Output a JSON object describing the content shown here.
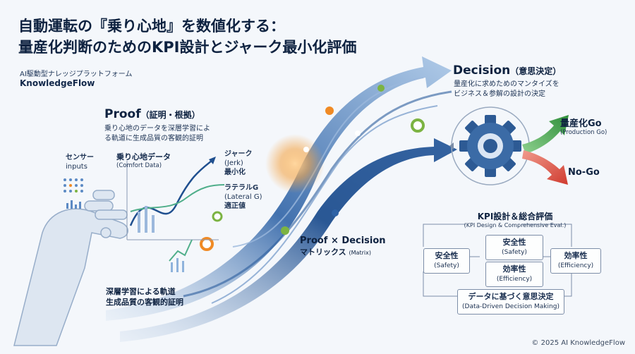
{
  "title": {
    "line1": "自動運転の『乗り心地』を数値化する：",
    "line2": "量産化判断のためのKPI設計とジャーク最小化評価"
  },
  "brand": {
    "tagline": "AI駆動型ナレッジプラットフォーム",
    "name": "KnowledgeFlow"
  },
  "proof": {
    "heading": "Proof",
    "heading_sub": "（証明・根拠）",
    "desc1": "乗り心地のデータを深層学習によ",
    "desc2": "る軌道に生成品質の客観的証明"
  },
  "sensor": {
    "line1": "センサー",
    "line2": "inputs"
  },
  "comfort": {
    "label": "乗り心地データ",
    "sub": "(Comfort Data)"
  },
  "jerk": {
    "line1": "ジャーク",
    "line2": "(Jerk)",
    "line3": "最小化"
  },
  "lateral": {
    "line1": "ラテラルG",
    "line2": "(Lateral G)",
    "line3": "適正値"
  },
  "deep": {
    "line1": "深層学習による軌道",
    "line2": "生成品質の客観的証明"
  },
  "matrix": {
    "title": "Proof × Decision",
    "label": "マトリックス",
    "sub": "(Matrix)"
  },
  "decision": {
    "heading": "Decision",
    "heading_sub": "（意思決定）",
    "desc1": "量産化に求めためのマンタイズを",
    "desc2": "ビジネス＆参解の設計の決定"
  },
  "go": {
    "label": "量産化Go",
    "sub": "(Production Go)"
  },
  "nogo": {
    "label": "No-Go"
  },
  "kpi": {
    "title": "KPI設計＆総合評価",
    "sub": "(KPI Design & Comprehensive Eval.)"
  },
  "boxes": {
    "safety_left": {
      "label": "安全性",
      "sub": "(Safety)"
    },
    "safety_mid": {
      "label": "安全性",
      "sub": "(Safety)"
    },
    "efficiency_mid": {
      "label": "効率性",
      "sub": "(Efficiency)"
    },
    "efficiency_right": {
      "label": "効率性",
      "sub": "(Efficiency)"
    },
    "data_decision": {
      "label": "データに基づく意思決定",
      "sub": "(Data-Driven Decision Making)"
    }
  },
  "copyright": "© 2025 AI KnowledgeFlow",
  "colors": {
    "flow_dark": "#1f4f8f",
    "flow_light": "#8fb3dc",
    "accent_orange": "#f08a24",
    "accent_green": "#7cb342",
    "go_green": "#3a9b3f",
    "nogo_red": "#d9463b"
  }
}
